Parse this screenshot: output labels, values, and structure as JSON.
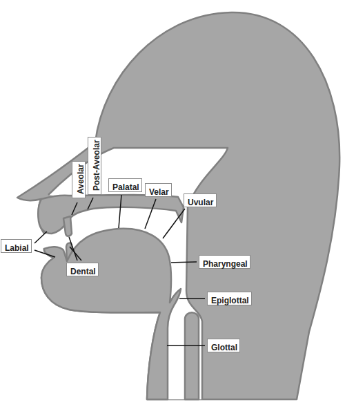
{
  "diagram": {
    "nodes": [
      {
        "text": [
          "Post-Aveolar"
        ]
      },
      {
        "text": [
          "Aveolar"
        ]
      },
      {
        "text": [
          "Palatal"
        ]
      },
      {
        "text": [
          "Velar"
        ]
      },
      {
        "text": [
          "Uvular"
        ]
      },
      {
        "text": [
          "Labial"
        ]
      },
      {
        "text": [
          "Pharyngeal"
        ]
      },
      {
        "text": [
          "Dental"
        ]
      },
      {
        "text": [
          "Epiglottal"
        ]
      },
      {
        "text": [
          "Glottal"
        ]
      }
    ]
  }
}
